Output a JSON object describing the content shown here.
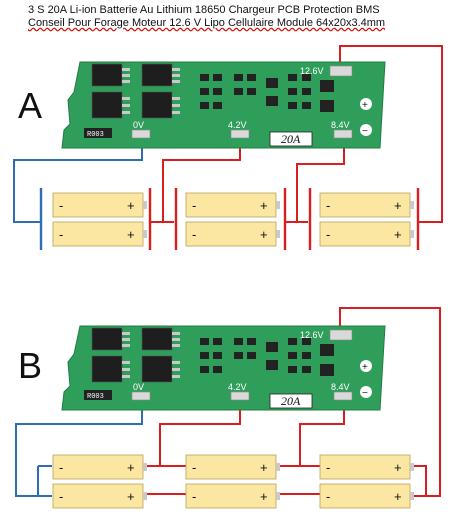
{
  "title": {
    "line1": "3 S 20A Li-ion Batterie Au Lithium 18650 Chargeur PCB Protection BMS",
    "line2": "Conseil Pour Forage Moteur 12.6 V Lipo Cellulaire Module 64x20x3.4mm"
  },
  "diagrams": [
    {
      "letter": "A",
      "board": {
        "pad_b_minus": "0V",
        "pad_mid1": "4.2V",
        "pad_mid2": "8.4V",
        "pad_plus": "12.6V",
        "rating": "20A",
        "resistor": "R003",
        "sym_plus": "+",
        "sym_minus": "−"
      },
      "cells": {
        "minus": "-",
        "plus": "+"
      }
    },
    {
      "letter": "B",
      "board": {
        "pad_b_minus": "0V",
        "pad_mid1": "4.2V",
        "pad_mid2": "8.4V",
        "pad_plus": "12.6V",
        "rating": "20A",
        "resistor": "R003",
        "sym_plus": "+",
        "sym_minus": "−"
      },
      "cells": {
        "minus": "-",
        "plus": "+"
      }
    }
  ]
}
